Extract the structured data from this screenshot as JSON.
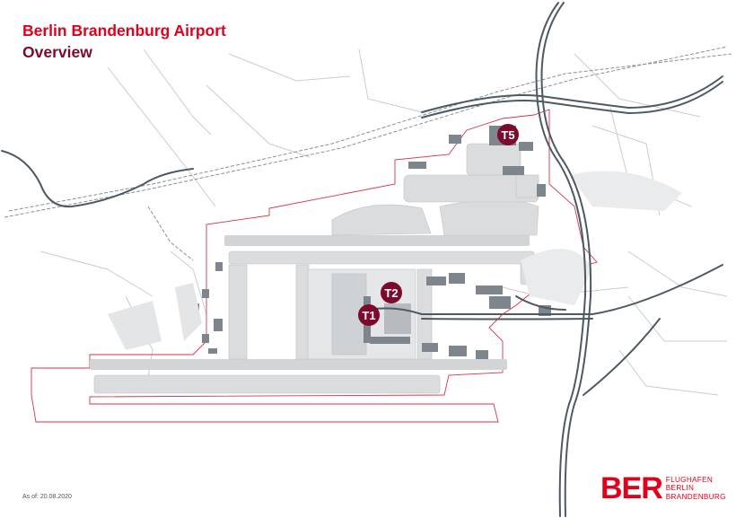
{
  "header": {
    "title": "Berlin Brandenburg Airport",
    "subtitle": "Overview"
  },
  "footer": {
    "as_of": "As of: 20.08.2020"
  },
  "logo": {
    "mark": "BER",
    "line1": "FLUGHAFEN",
    "line2": "BERLIN",
    "line3": "BRANDENBURG"
  },
  "terminals": [
    {
      "id": "t1",
      "label": "T1"
    },
    {
      "id": "t2",
      "label": "T2"
    },
    {
      "id": "t5",
      "label": "T5"
    }
  ],
  "colors": {
    "brand_red": "#e3001b",
    "terminal_marker": "#7d0a2c",
    "boundary": "#d8334a",
    "road": "#4d5a63",
    "apron": "#d2d4d6"
  }
}
